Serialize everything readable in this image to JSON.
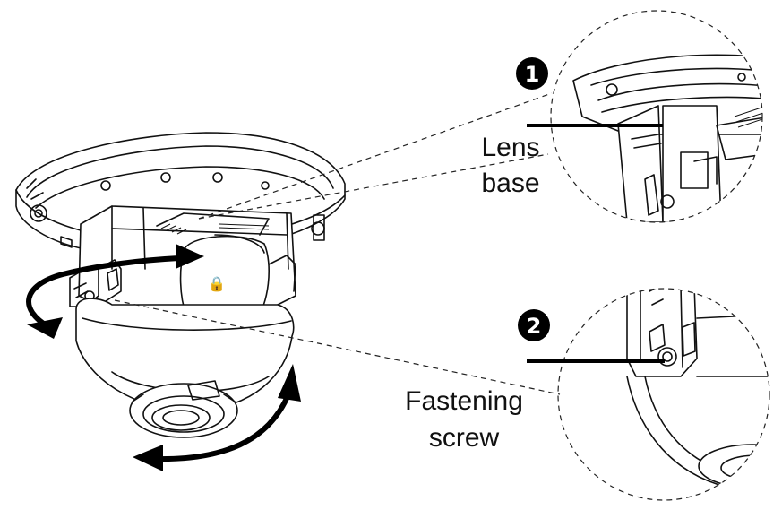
{
  "callouts": [
    {
      "number": "❶",
      "label_line1": "Lens",
      "label_line2": "base"
    },
    {
      "number": "❷",
      "label_line1": "Fastening",
      "label_line2": "screw"
    }
  ],
  "lock_symbol": "🔒",
  "icons": [
    "rotate-horizontal-arrow-icon",
    "rotate-tilt-arrow-icon",
    "lock-icon"
  ],
  "colors": {
    "line": "#111111",
    "background": "#ffffff"
  }
}
